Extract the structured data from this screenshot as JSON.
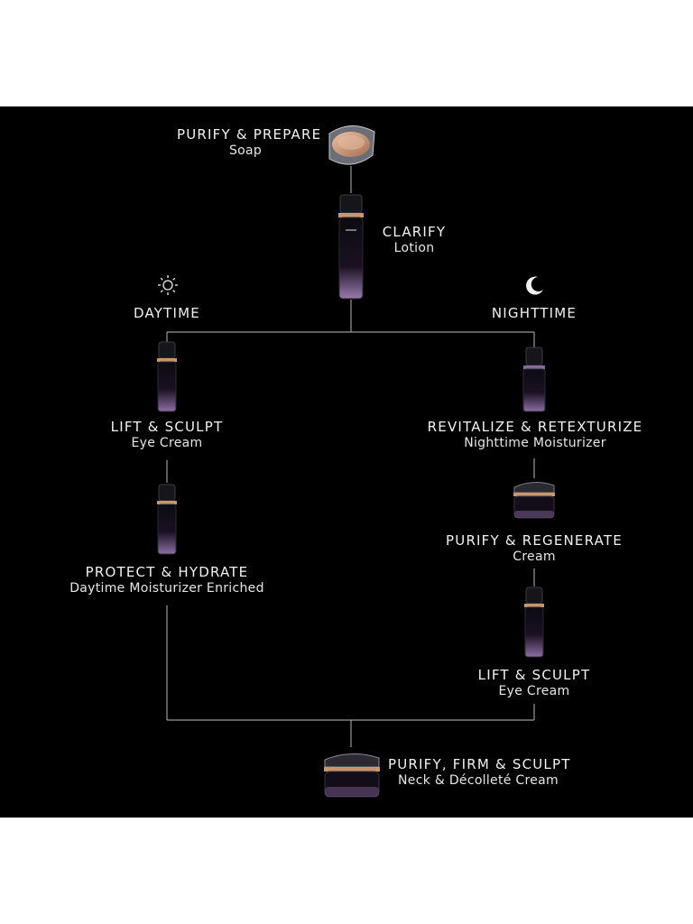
{
  "colors": {
    "background": "#000000",
    "line": "#9a9a9a",
    "text": "#f2f2f2",
    "accent_gold": "#c9966c",
    "accent_purple": "#8a6a9c"
  },
  "branches": {
    "day": {
      "label": "DAYTIME",
      "icon": "sun-icon"
    },
    "night": {
      "label": "NIGHTTIME",
      "icon": "moon-icon"
    }
  },
  "steps": {
    "soap": {
      "title": "PURIFY & PREPARE",
      "subtitle": "Soap"
    },
    "lotion": {
      "title": "CLARIFY",
      "subtitle": "Lotion"
    },
    "day_eye": {
      "title": "LIFT & SCULPT",
      "subtitle": "Eye Cream"
    },
    "day_moist": {
      "title": "PROTECT & HYDRATE",
      "subtitle": "Daytime Moisturizer Enriched"
    },
    "night_moist": {
      "title": "REVITALIZE & RETEXTURIZE",
      "subtitle": "Nighttime Moisturizer"
    },
    "night_cream": {
      "title": "PURIFY & REGENERATE",
      "subtitle": "Cream"
    },
    "night_eye": {
      "title": "LIFT & SCULPT",
      "subtitle": "Eye Cream"
    },
    "neck": {
      "title": "PURIFY, FIRM & SCULPT",
      "subtitle": "Neck & Décolleté Cream"
    }
  }
}
